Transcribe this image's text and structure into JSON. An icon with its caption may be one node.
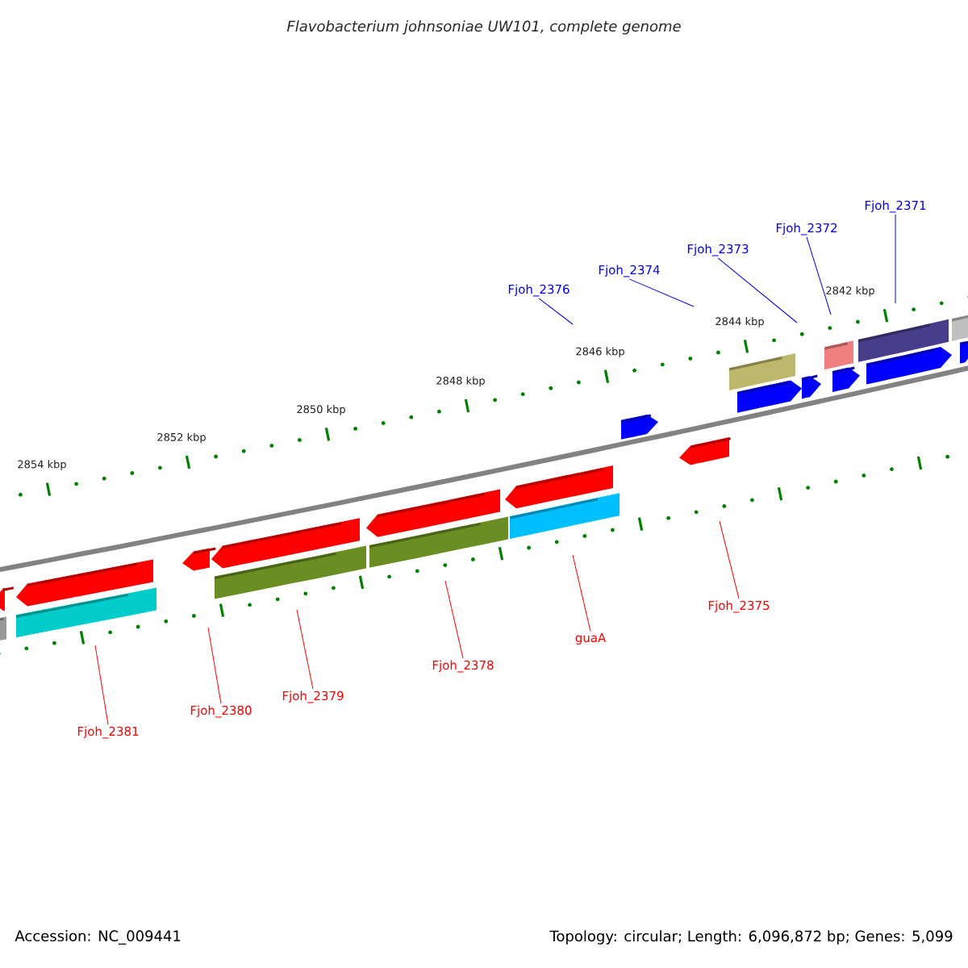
{
  "diagram": {
    "title": "Flavobacterium johnsoniae UW101, complete genome",
    "nodes": [
      {
        "text": [
          "Fjoh_2371"
        ]
      },
      {
        "text": [
          "Fjoh_2372"
        ]
      },
      {
        "text": [
          "Fjoh_2373"
        ]
      },
      {
        "text": [
          "Fjoh_2374"
        ]
      },
      {
        "text": [
          "Fjoh_2376"
        ]
      },
      {
        "text": [
          "Fjoh_2375"
        ]
      },
      {
        "text": [
          "guaA"
        ]
      },
      {
        "text": [
          "Fjoh_2378"
        ]
      },
      {
        "text": [
          "Fjoh_2379"
        ]
      },
      {
        "text": [
          "Fjoh_2380"
        ]
      },
      {
        "text": [
          "Fjoh_2381"
        ]
      }
    ],
    "edges": [
      {
        "from": 0,
        "to": null,
        "arrow": "none",
        "color": "#0000ff"
      },
      {
        "from": 1,
        "to": null,
        "arrow": "none",
        "color": "#0000ff"
      },
      {
        "from": 2,
        "to": null,
        "arrow": "none",
        "color": "#0000ff"
      },
      {
        "from": 3,
        "to": null,
        "arrow": "none",
        "color": "#0000ff"
      },
      {
        "from": 4,
        "to": null,
        "arrow": "none",
        "color": "#0000ff"
      },
      {
        "from": 5,
        "to": null,
        "arrow": "none",
        "color": "#ff0000"
      },
      {
        "from": 6,
        "to": null,
        "arrow": "none",
        "color": "#ff0000"
      },
      {
        "from": 7,
        "to": null,
        "arrow": "none",
        "color": "#ff0000"
      },
      {
        "from": 8,
        "to": null,
        "arrow": "none",
        "color": "#ff0000"
      },
      {
        "from": 9,
        "to": null,
        "arrow": "none",
        "color": "#ff0000"
      },
      {
        "from": 10,
        "to": null,
        "arrow": "none",
        "color": "#ff0000"
      }
    ],
    "labels": [
      "2842 kbp",
      "2844 kbp",
      "2846 kbp",
      "2848 kbp",
      "2850 kbp",
      "2852 kbp",
      "2854 kbp",
      "Accession: NC_009441",
      "Topology: circular; Length: 6,096,872 bp; Genes: 5,099"
    ]
  }
}
